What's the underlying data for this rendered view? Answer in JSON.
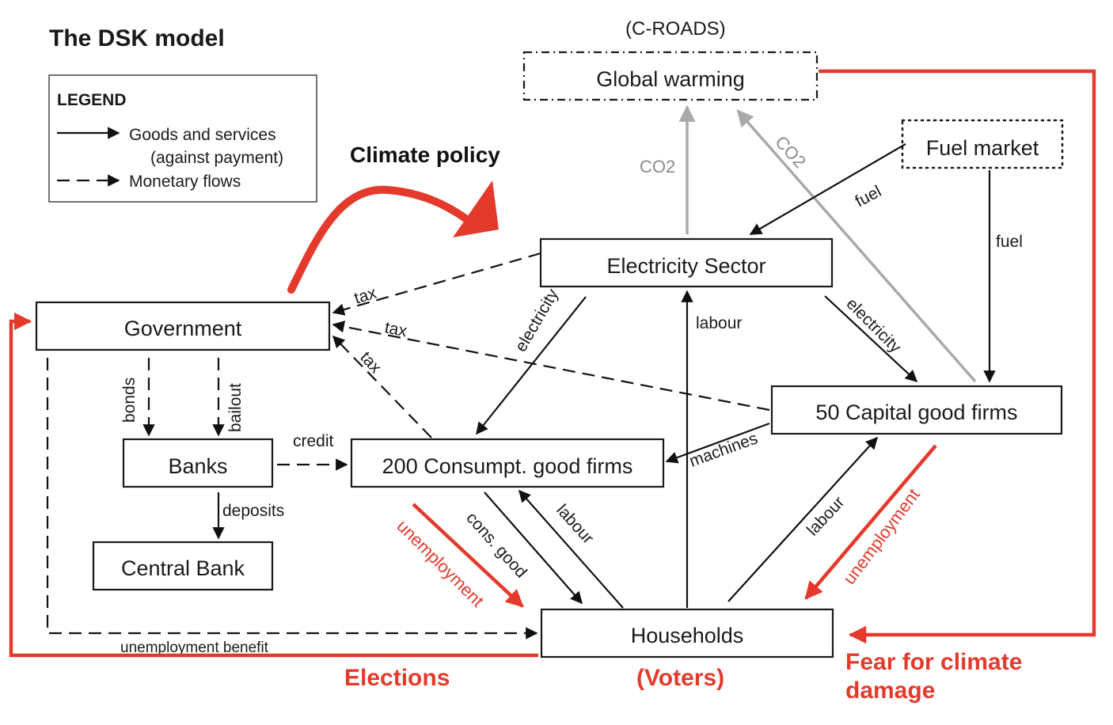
{
  "title": "The DSK model",
  "croads": "(C-ROADS)",
  "legend": {
    "title": "LEGEND",
    "goods_line1": "Goods and services",
    "goods_line2": "(against payment)",
    "monetary": "Monetary flows"
  },
  "climate_policy": "Climate policy",
  "nodes": {
    "global_warming": "Global warming",
    "fuel_market": "Fuel market",
    "electricity_sector": "Electricity Sector",
    "government": "Government",
    "capital_firms": "50 Capital good firms",
    "banks": "Banks",
    "consumption_firms": "200 Consumpt. good firms",
    "central_bank": "Central Bank",
    "households": "Households"
  },
  "flows": {
    "co2": "CO2",
    "co2_diag": "CO2",
    "fuel_diag": "fuel",
    "fuel_right": "fuel",
    "tax_elec": "tax",
    "tax_capital": "tax",
    "tax_consumption": "tax",
    "electricity_left": "electricity",
    "electricity_right": "electricity",
    "labour_center": "labour",
    "labour_consumption": "labour",
    "labour_capital": "labour",
    "machines": "machines",
    "bonds": "bonds",
    "bailout": "bailout",
    "credit": "credit",
    "deposits": "deposits",
    "cons_good": "cons. good",
    "unemployment_benefit": "unemployment benefit"
  },
  "feedback": {
    "unemployment_left": "unemployment",
    "unemployment_right": "unemployment",
    "elections": "Elections",
    "voters": "(Voters)",
    "fear_line1": "Fear for climate",
    "fear_line2": "damage"
  },
  "colors": {
    "feedback_red": "#e33a2c",
    "co2_grey": "#a9a9a9",
    "ink": "#1a1a1a"
  }
}
